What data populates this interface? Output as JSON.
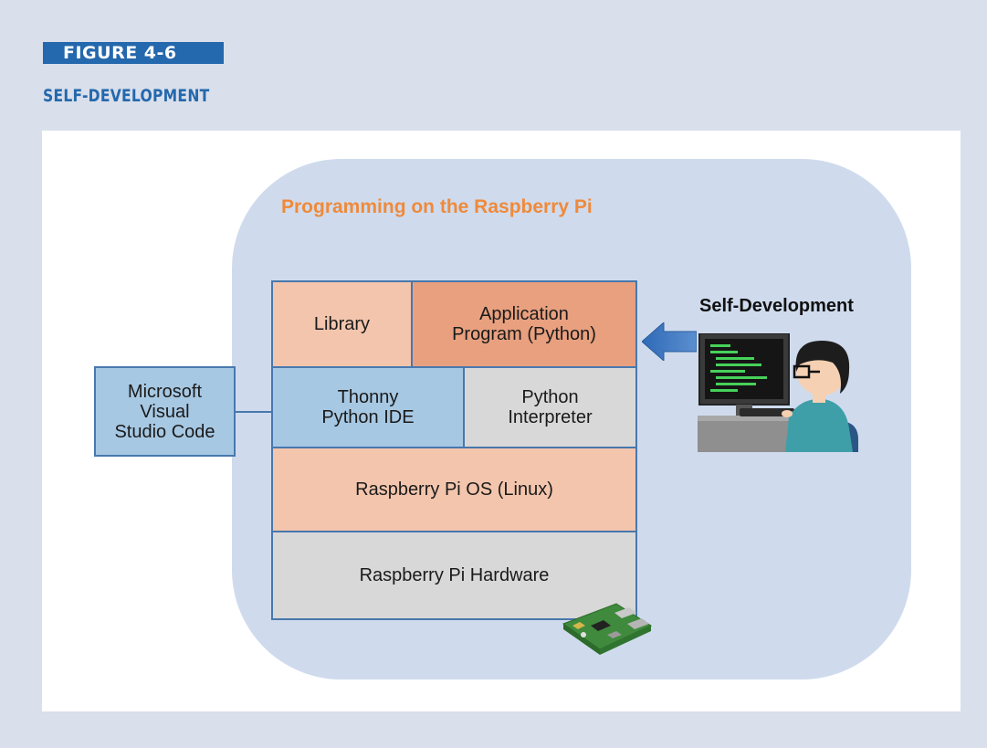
{
  "figure": {
    "tag": "FIGURE 4-6",
    "title": "SELF-DEVELOPMENT"
  },
  "diagram": {
    "heading": "Programming on the Raspberry Pi",
    "stack": {
      "library": "Library",
      "application": "Application\nProgram (Python)",
      "thonny": "Thonny\nPython IDE",
      "interpreter": "Python\nInterpreter",
      "os": "Raspberry Pi OS (Linux)",
      "hardware": "Raspberry Pi Hardware"
    },
    "external_tool": "Microsoft\nVisual\nStudio Code",
    "self_development_label": "Self-Development",
    "icons": [
      "arrow-left-icon",
      "programmer-at-computer-icon",
      "raspberry-pi-board-icon"
    ]
  },
  "colors": {
    "accent_blue": "#2468ad",
    "heading_orange": "#ef8a3a",
    "bubble": "#cfdbed",
    "box_peach": "#f3c5ad",
    "box_salmon": "#e8a07f",
    "box_blue": "#a7c8e3",
    "box_gray": "#d8d8d8",
    "border": "#4878ad"
  }
}
